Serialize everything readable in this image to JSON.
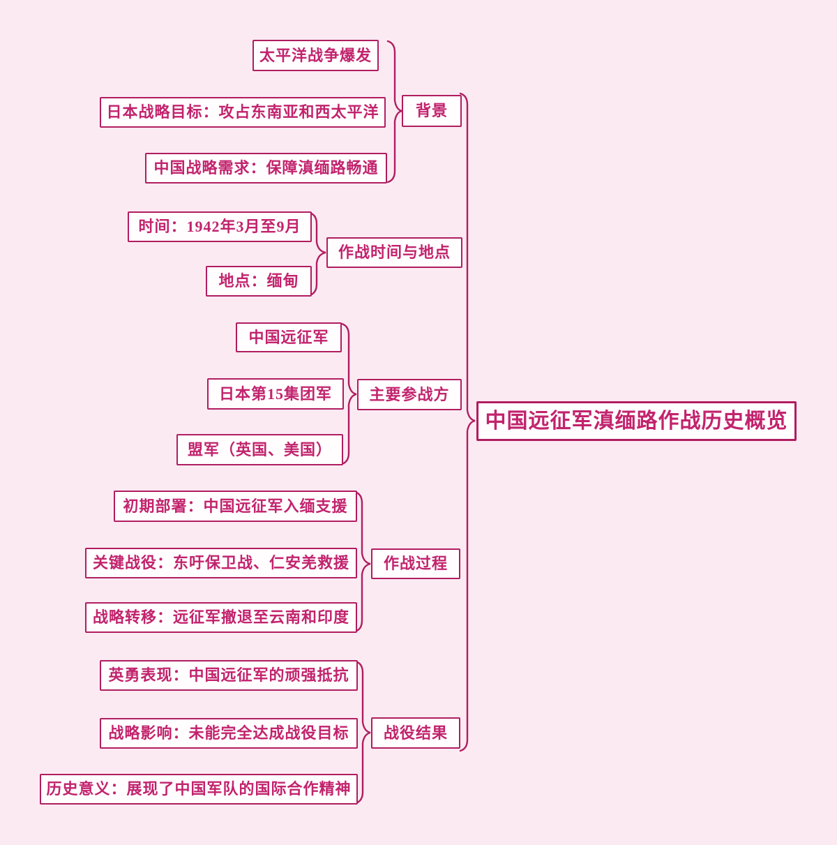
{
  "mindmap": {
    "root": "中国远征军滇缅路作战历史概览",
    "branches": [
      {
        "label": "背景",
        "children": [
          "太平洋战争爆发",
          "日本战略目标：攻占东南亚和西太平洋",
          "中国战略需求：保障滇缅路畅通"
        ]
      },
      {
        "label": "作战时间与地点",
        "children": [
          "时间：1942年3月至9月",
          "地点：缅甸"
        ]
      },
      {
        "label": "主要参战方",
        "children": [
          "中国远征军",
          "日本第15集团军",
          "盟军（英国、美国）"
        ]
      },
      {
        "label": "作战过程",
        "children": [
          "初期部署：中国远征军入缅支援",
          "关键战役：东吁保卫战、仁安羌救援",
          "战略转移：远征军撤退至云南和印度"
        ]
      },
      {
        "label": "战役结果",
        "children": [
          "英勇表现：中国远征军的顽强抵抗",
          "战略影响：未能完全达成战役目标",
          "历史意义：展现了中国军队的国际合作精神"
        ]
      }
    ]
  },
  "colors": {
    "background": "#fceaf3",
    "node_fill": "#fffdfe",
    "border": "#b01d60",
    "text": "#c2236d"
  }
}
